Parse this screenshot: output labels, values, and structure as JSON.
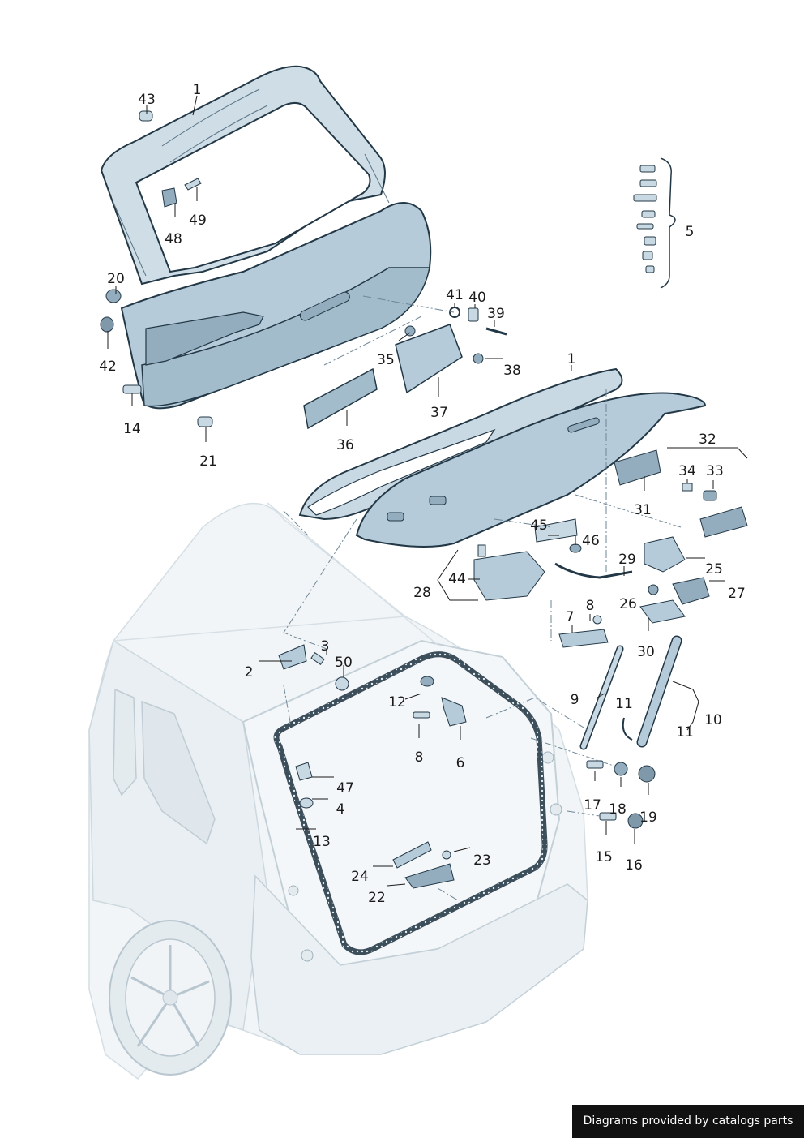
{
  "part_labels": [
    {
      "id": "label-1a",
      "text": "1"
    },
    {
      "id": "label-43",
      "text": "43"
    },
    {
      "id": "label-49",
      "text": "49"
    },
    {
      "id": "label-48",
      "text": "48"
    },
    {
      "id": "label-20",
      "text": "20"
    },
    {
      "id": "label-42",
      "text": "42"
    },
    {
      "id": "label-14",
      "text": "14"
    },
    {
      "id": "label-21",
      "text": "21"
    },
    {
      "id": "label-41",
      "text": "41"
    },
    {
      "id": "label-40",
      "text": "40"
    },
    {
      "id": "label-39",
      "text": "39"
    },
    {
      "id": "label-35",
      "text": "35"
    },
    {
      "id": "label-38",
      "text": "38"
    },
    {
      "id": "label-37",
      "text": "37"
    },
    {
      "id": "label-36",
      "text": "36"
    },
    {
      "id": "label-5",
      "text": "5"
    },
    {
      "id": "label-1b",
      "text": "1"
    },
    {
      "id": "label-32",
      "text": "32"
    },
    {
      "id": "label-34",
      "text": "34"
    },
    {
      "id": "label-33",
      "text": "33"
    },
    {
      "id": "label-31",
      "text": "31"
    },
    {
      "id": "label-45",
      "text": "45"
    },
    {
      "id": "label-46",
      "text": "46"
    },
    {
      "id": "label-44",
      "text": "44"
    },
    {
      "id": "label-28",
      "text": "28"
    },
    {
      "id": "label-29",
      "text": "29"
    },
    {
      "id": "label-25",
      "text": "25"
    },
    {
      "id": "label-27",
      "text": "27"
    },
    {
      "id": "label-26",
      "text": "26"
    },
    {
      "id": "label-7",
      "text": "7"
    },
    {
      "id": "label-8a",
      "text": "8"
    },
    {
      "id": "label-30",
      "text": "30"
    },
    {
      "id": "label-9",
      "text": "9"
    },
    {
      "id": "label-11a",
      "text": "11"
    },
    {
      "id": "label-11b",
      "text": "11"
    },
    {
      "id": "label-10",
      "text": "10"
    },
    {
      "id": "label-3",
      "text": "3"
    },
    {
      "id": "label-2",
      "text": "2"
    },
    {
      "id": "label-50",
      "text": "50"
    },
    {
      "id": "label-12",
      "text": "12"
    },
    {
      "id": "label-8b",
      "text": "8"
    },
    {
      "id": "label-6",
      "text": "6"
    },
    {
      "id": "label-47",
      "text": "47"
    },
    {
      "id": "label-4",
      "text": "4"
    },
    {
      "id": "label-13",
      "text": "13"
    },
    {
      "id": "label-17",
      "text": "17"
    },
    {
      "id": "label-18",
      "text": "18"
    },
    {
      "id": "label-19",
      "text": "19"
    },
    {
      "id": "label-15",
      "text": "15"
    },
    {
      "id": "label-16",
      "text": "16"
    },
    {
      "id": "label-24",
      "text": "24"
    },
    {
      "id": "label-23",
      "text": "23"
    },
    {
      "id": "label-22",
      "text": "22"
    }
  ],
  "credit": "Diagrams provided by catalogs parts",
  "colors": {
    "panel": "#c9d9e3",
    "panel_dark": "#93adbf",
    "outline": "#233846",
    "car_body": "#eef3f6",
    "car_line": "#c3d0d8",
    "seal": "#3b4e5a"
  }
}
